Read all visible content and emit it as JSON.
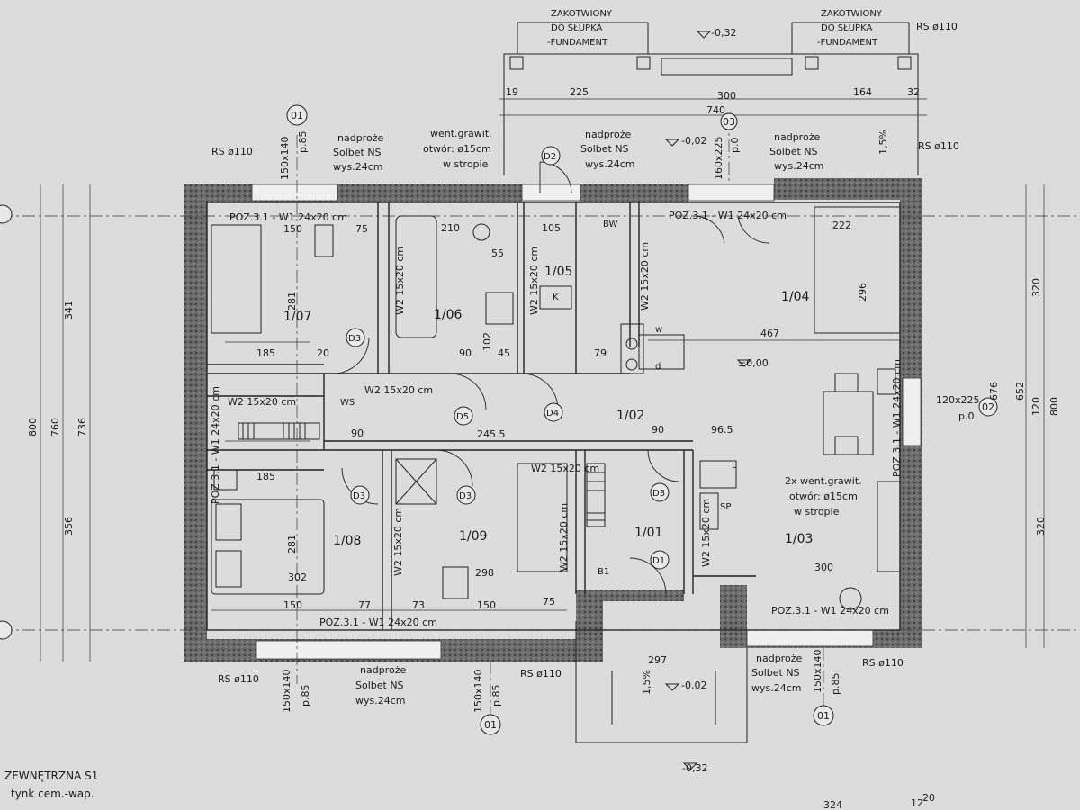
{
  "rooms": {
    "r101": "1/01",
    "r102": "1/02",
    "r103": "1/03",
    "r104": "1/04",
    "r105": "1/05",
    "r106": "1/06",
    "r107": "1/07",
    "r108": "1/08",
    "r109": "1/09"
  },
  "lintel_notes": {
    "line1": "nadproże",
    "line2": "Solbet NS",
    "line3": "wys.24cm"
  },
  "vent_top": {
    "line1": "went.grawit.",
    "line2": "otwór: ø15cm",
    "line3": "w stropie"
  },
  "vent_right": {
    "line1": "2x went.grawit.",
    "line2": "otwór: ø15cm",
    "line3": "w stropie"
  },
  "anchor_note": {
    "line1": "ZAKOTWIONY",
    "line2": "DO SŁUPKA",
    "line3": "-FUNDAMENT"
  },
  "rs": "RS ø110",
  "poz": "POZ.3.1 - W1 24x20 cm",
  "poz_short": "POZ.3.1 - W1 24x20 cm",
  "w2": "W2 15x20 cm",
  "window_callout": {
    "size": "150x140",
    "sill": "p.85",
    "tag": "01"
  },
  "window_callout_b": {
    "size": "160x225",
    "sill": "p.0",
    "tag": "03"
  },
  "window_side": {
    "size": "120x225",
    "sill": "p.0",
    "tag": "02"
  },
  "door_tags": [
    "D1",
    "D2",
    "D3",
    "D4",
    "D5"
  ],
  "levels": {
    "zero": "±0,00",
    "minus002": "-0,02",
    "minus032": "-0,32",
    "slope": "1,5%"
  },
  "dims_top": [
    "19",
    "225",
    "300",
    "164",
    "32",
    "740"
  ],
  "dims_interior": [
    "150",
    "75",
    "210",
    "105",
    "55",
    "281",
    "185",
    "20",
    "90",
    "102",
    "45",
    "79",
    "467",
    "245.5",
    "96.5",
    "302",
    "298",
    "77",
    "73",
    "300",
    "297",
    "222",
    "296"
  ],
  "dims_left": [
    "800",
    "760",
    "736",
    "341",
    "356",
    "281"
  ],
  "dims_right": [
    "676",
    "652",
    "320",
    "120",
    "320",
    "800"
  ],
  "misc": {
    "ws": "WS",
    "bw": "BW",
    "sp": "SP",
    "b1": "B1",
    "d": "d",
    "w": "w",
    "k": "K",
    "l": "L"
  },
  "wall_spec": {
    "title": "ZEWNĘTRZNA S1",
    "line": "tynk cem.-wap."
  },
  "bottom_dims": [
    "324",
    "12",
    "20"
  ]
}
